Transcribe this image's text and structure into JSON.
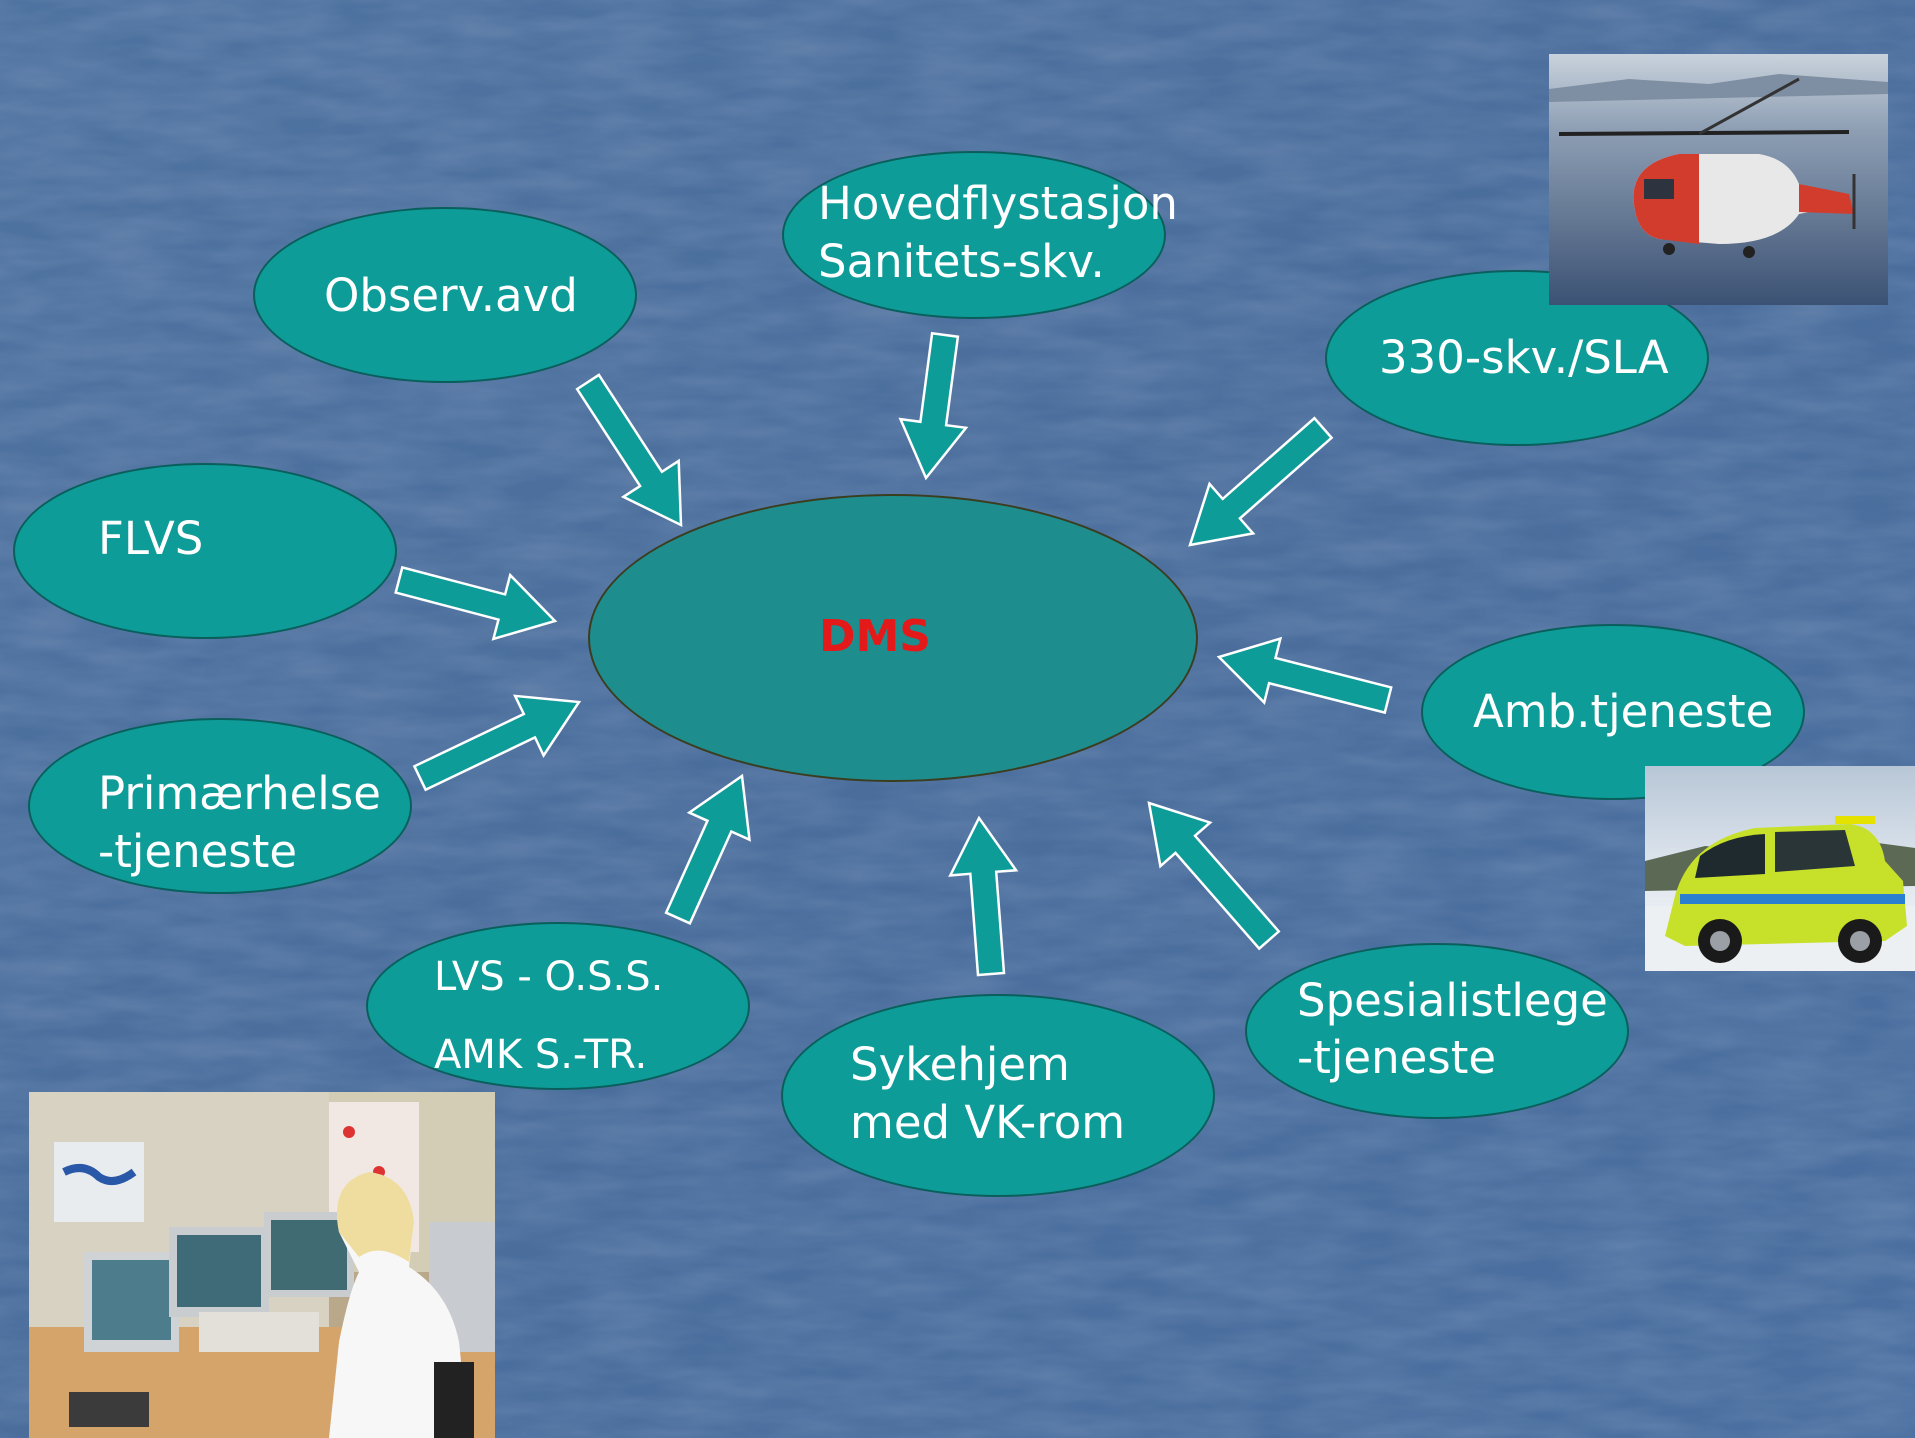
{
  "diagram": {
    "center": {
      "label": "DMS",
      "color": "#e41a1a"
    },
    "nodes": [
      {
        "id": "observ",
        "lines": [
          "Observ.avd"
        ]
      },
      {
        "id": "hovedfly",
        "lines": [
          "Hovedflystasjon",
          "Sanitets-skv."
        ]
      },
      {
        "id": "skv330",
        "lines": [
          "330-skv./SLA"
        ]
      },
      {
        "id": "flvs",
        "lines": [
          "FLVS"
        ]
      },
      {
        "id": "amb",
        "lines": [
          "Amb.tjeneste"
        ]
      },
      {
        "id": "primaer",
        "lines": [
          "Primærhelse",
          "-tjeneste"
        ]
      },
      {
        "id": "lvs",
        "lines": [
          "LVS - O.S.S.",
          "AMK S.-TR."
        ]
      },
      {
        "id": "sykehjem",
        "lines": [
          "Sykehjem",
          "med VK-rom"
        ]
      },
      {
        "id": "spesialist",
        "lines": [
          "Spesialistlege",
          "-tjeneste"
        ]
      }
    ],
    "colors": {
      "node_fill": "#0e9c98",
      "center_fill": "#1e8d8e",
      "arrow_fill": "#0e9c98",
      "background": "#4a6f9e"
    }
  },
  "images": [
    {
      "id": "helicopter",
      "depicts": "rescue-helicopter"
    },
    {
      "id": "ambulance",
      "depicts": "ambulance-car"
    },
    {
      "id": "dispatcher",
      "depicts": "dispatch-operator"
    }
  ]
}
